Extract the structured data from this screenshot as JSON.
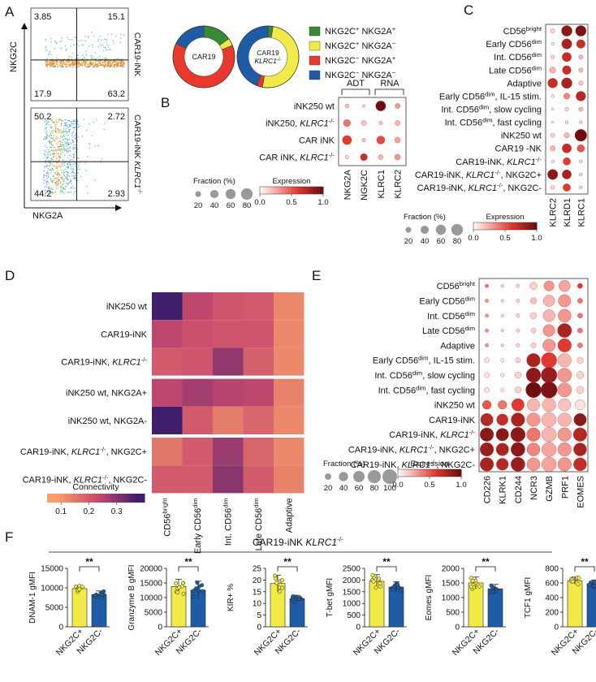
{
  "panel_labels": [
    "A",
    "B",
    "C",
    "D",
    "E",
    "F"
  ],
  "colors": {
    "pos_pos": "#3a8a35",
    "pos_neg": "#f2ea47",
    "neg_pos": "#e8392c",
    "neg_neg": "#1f5ca8",
    "bar_pos": "#f2ea47",
    "bar_neg": "#1f5ca8",
    "expr_low": "#ffffff",
    "expr_high": "#6d0f12",
    "conn_low": "#f7a06a",
    "conn_high": "#3f1f6e"
  },
  "chart_data": [
    {
      "id": "A-flow",
      "type": "scatter",
      "ylabel": "NKG2C",
      "xlabel": "NKG2A",
      "plots": [
        {
          "label": "CAR19-iNK",
          "quadrants": {
            "tl": "3.85",
            "tr": "15.1",
            "bl": "17.9",
            "br": "63.2"
          }
        },
        {
          "label_prefix": "CAR19-iNK ",
          "label_italic": "KLRC1",
          "label_sup": "-/-",
          "quadrants": {
            "tl": "50.2",
            "tr": "2.72",
            "bl": "44.2",
            "br": "2.93"
          }
        }
      ]
    },
    {
      "id": "A-donut",
      "type": "pie",
      "legend": [
        "NKG2C⁺ NKG2A⁺",
        "NKG2C⁺ NKG2A⁻",
        "NKG2C⁻ NKG2A⁺",
        "NKG2C⁻ NKG2A⁻"
      ],
      "rings": [
        {
          "center_label": "CAR19",
          "values": [
            15.1,
            3.85,
            63.2,
            17.9
          ]
        },
        {
          "center_label": "CAR19",
          "center_italic": "KLRC1",
          "center_sup": "-/-",
          "values": [
            2.72,
            50.2,
            2.93,
            44.2
          ]
        }
      ]
    },
    {
      "id": "B-dot",
      "type": "scatter",
      "group_labels": [
        "ADT",
        "RNA"
      ],
      "rows": [
        "iNK250 wt",
        "iNK250, KLRC1-/-",
        "CAR iNK",
        "CAR iNK, KLRC1-/-"
      ],
      "cols": [
        "NKG2A",
        "NGK2C",
        "KLRC1",
        "KLRC2"
      ],
      "size": [
        [
          10,
          5,
          60,
          15
        ],
        [
          30,
          15,
          8,
          15
        ],
        [
          50,
          8,
          40,
          20
        ],
        [
          8,
          30,
          15,
          20
        ]
      ],
      "color": [
        [
          0.15,
          0.1,
          1.0,
          0.3
        ],
        [
          0.4,
          0.15,
          0.15,
          0.2
        ],
        [
          0.6,
          0.15,
          0.55,
          0.25
        ],
        [
          0.1,
          0.7,
          0.2,
          0.3
        ]
      ],
      "size_legend_title": "Fraction (%)",
      "size_legend": [
        "20",
        "40",
        "60",
        "80"
      ],
      "color_legend_title": "Expression",
      "color_legend": [
        "0.0",
        "0.5",
        "1.0"
      ]
    },
    {
      "id": "C-dot",
      "type": "scatter",
      "rows": [
        "CD56bright",
        "Early CD56dim",
        "Int. CD56dim",
        "Late CD56dim",
        "Adaptive",
        "Early CD56dim, IL-15 stim.",
        "Int. CD56dim, slow cycling",
        "Int. CD56dim, fast cycling",
        "iNK250 wt",
        "CAR19 -NK",
        "CAR19-iNK, KLRC1-/-",
        "CAR19-iNK, KLRC1-/-, NKG2C+",
        "CAR19-iNK, KLRC1-/-, NKG2C-"
      ],
      "cols": [
        "KLRC2",
        "KLRD1",
        "KLRC1"
      ],
      "size": [
        [
          10,
          60,
          60
        ],
        [
          5,
          55,
          40
        ],
        [
          8,
          45,
          10
        ],
        [
          20,
          40,
          10
        ],
        [
          50,
          60,
          10
        ],
        [
          5,
          20,
          50
        ],
        [
          3,
          8,
          10
        ],
        [
          3,
          5,
          5
        ],
        [
          10,
          15,
          75
        ],
        [
          15,
          45,
          30
        ],
        [
          5,
          30,
          5
        ],
        [
          55,
          45,
          5
        ],
        [
          8,
          30,
          5
        ]
      ],
      "color": [
        [
          0.1,
          0.9,
          0.95
        ],
        [
          0.05,
          0.8,
          0.7
        ],
        [
          0.1,
          0.7,
          0.2
        ],
        [
          0.2,
          0.7,
          0.2
        ],
        [
          0.7,
          0.8,
          0.15
        ],
        [
          0.05,
          0.35,
          0.75
        ],
        [
          0.05,
          0.1,
          0.2
        ],
        [
          0.05,
          0.1,
          0.1
        ],
        [
          0.1,
          0.2,
          1.0
        ],
        [
          0.2,
          0.7,
          0.5
        ],
        [
          0.05,
          0.6,
          0.1
        ],
        [
          0.9,
          0.8,
          0.1
        ],
        [
          0.1,
          0.6,
          0.1
        ]
      ],
      "size_legend_title": "Fraction (%)",
      "size_legend": [
        "20",
        "40",
        "60",
        "80"
      ],
      "color_legend_title": "Expression",
      "color_legend": [
        "0.0",
        "0.5",
        "1.0"
      ]
    },
    {
      "id": "D-heatmap",
      "type": "heatmap",
      "rows": [
        "iNK250 wt",
        "CAR19-iNK",
        "CAR19-iNK, KLRC1-/-",
        "iNK250 wt, NKG2A+",
        "iNK250 wt, NKG2A-",
        "CAR19-iNK, KLRC1-/-, NKG2C+",
        "CAR19-iNK, KLRC1-/-, NKG2C-"
      ],
      "cols": [
        "CD56bright",
        "Early CD56dim",
        "Int. CD56dim",
        "Late CD56dim",
        "Adaptive"
      ],
      "values": [
        [
          0.38,
          0.24,
          0.21,
          0.2,
          0.12
        ],
        [
          0.24,
          0.22,
          0.21,
          0.21,
          0.12
        ],
        [
          0.2,
          0.21,
          0.29,
          0.19,
          0.12
        ],
        [
          0.24,
          0.27,
          0.25,
          0.24,
          0.13
        ],
        [
          0.38,
          0.2,
          0.14,
          0.18,
          0.12
        ],
        [
          0.15,
          0.2,
          0.28,
          0.18,
          0.12
        ],
        [
          0.2,
          0.2,
          0.3,
          0.2,
          0.13
        ]
      ],
      "colorbar_title": "Connectivity",
      "colorbar_ticks": [
        "0.1",
        "0.2",
        "0.3"
      ]
    },
    {
      "id": "E-dot",
      "type": "scatter",
      "rows": [
        "CD56bright",
        "Early CD56dim",
        "Int. CD56dim",
        "Late CD56dim",
        "Adaptive",
        "Early CD56dim, IL-15 stim.",
        "Int. CD56dim, slow cycling",
        "Int. CD56dim, fast cycling",
        "iNK250 wt",
        "CAR19-iNK",
        "CAR19-iNK, KLRC1-/-",
        "CAR19-iNK, KLRC1-/-, NKG2C+",
        "CAR19-iNK, KLRC1-/-, NKG2C-"
      ],
      "cols": [
        "CD226",
        "KLRK1",
        "CD244",
        "NCR3",
        "GZMB",
        "PRF1",
        "EOMES"
      ],
      "size": [
        [
          5,
          3,
          5,
          20,
          40,
          50,
          10
        ],
        [
          5,
          3,
          5,
          15,
          50,
          60,
          10
        ],
        [
          5,
          3,
          5,
          15,
          55,
          65,
          10
        ],
        [
          5,
          3,
          5,
          10,
          55,
          75,
          10
        ],
        [
          5,
          3,
          5,
          10,
          60,
          70,
          10
        ],
        [
          10,
          5,
          10,
          70,
          90,
          70,
          15
        ],
        [
          10,
          5,
          15,
          80,
          95,
          75,
          20
        ],
        [
          10,
          5,
          15,
          90,
          100,
          75,
          20
        ],
        [
          30,
          30,
          60,
          60,
          70,
          60,
          40
        ],
        [
          60,
          50,
          70,
          70,
          80,
          70,
          60
        ],
        [
          70,
          60,
          80,
          70,
          80,
          70,
          70
        ],
        [
          70,
          60,
          75,
          65,
          80,
          70,
          65
        ],
        [
          70,
          55,
          75,
          65,
          80,
          70,
          65
        ]
      ],
      "color": [
        [
          0.4,
          0.1,
          0.1,
          0.1,
          0.3,
          0.25,
          0.6
        ],
        [
          0.3,
          0.1,
          0.1,
          0.15,
          0.2,
          0.3,
          0.4
        ],
        [
          0.3,
          0.1,
          0.1,
          0.1,
          0.2,
          0.3,
          0.4
        ],
        [
          0.3,
          0.1,
          0.1,
          0.1,
          0.3,
          0.8,
          0.4
        ],
        [
          0.3,
          0.1,
          0.1,
          0.1,
          0.3,
          0.6,
          0.4
        ],
        [
          0.05,
          0.05,
          0.1,
          0.8,
          0.6,
          0.2,
          0.1
        ],
        [
          0.05,
          0.05,
          0.1,
          0.9,
          0.85,
          0.3,
          0.1
        ],
        [
          0.05,
          0.05,
          0.1,
          1.0,
          0.95,
          0.3,
          0.1
        ],
        [
          0.5,
          0.4,
          0.6,
          0.2,
          0.2,
          0.15,
          0.05
        ],
        [
          0.75,
          0.7,
          0.8,
          0.3,
          0.2,
          0.2,
          0.9
        ],
        [
          0.9,
          0.9,
          0.9,
          0.4,
          0.2,
          0.3,
          0.75
        ],
        [
          0.85,
          0.8,
          0.9,
          0.35,
          0.25,
          0.3,
          0.8
        ],
        [
          0.8,
          0.75,
          0.85,
          0.3,
          0.25,
          0.3,
          0.7
        ]
      ],
      "size_legend_title": "Fraction (%)",
      "size_legend": [
        "20",
        "40",
        "60",
        "80",
        "100"
      ],
      "color_legend_title": "Expression",
      "color_legend": [
        "0.0",
        "0.5",
        "1.0"
      ]
    },
    {
      "id": "F-bars",
      "type": "bar",
      "title_prefix": "CAR19-iNK ",
      "title_italic": "KLRC1",
      "title_sup": "-/-",
      "categories": [
        "NKG2C+",
        "NKG2C-"
      ],
      "significance": "**",
      "panels": [
        {
          "ylabel": "DNAM-1 gMFI",
          "ylim": [
            0,
            15000
          ],
          "ticks": [
            "0",
            "5000",
            "10000",
            "15000"
          ],
          "tickvals": [
            0,
            5000,
            10000,
            15000
          ],
          "values": [
            9800,
            8300
          ],
          "err": [
            800,
            900
          ]
        },
        {
          "ylabel": "Granzyme B gMFI",
          "ylim": [
            0,
            20000
          ],
          "ticks": [
            "0",
            "5000",
            "10000",
            "15000",
            "20000"
          ],
          "tickvals": [
            0,
            5000,
            10000,
            15000,
            20000
          ],
          "values": [
            13800,
            12600
          ],
          "err": [
            2500,
            3000
          ]
        },
        {
          "ylabel": "KIR+ %",
          "ylim": [
            0,
            25
          ],
          "ticks": [
            "0",
            "5",
            "10",
            "15",
            "20",
            "25"
          ],
          "tickvals": [
            0,
            5,
            10,
            15,
            20,
            25
          ],
          "values": [
            18.5,
            12.0
          ],
          "err": [
            3.5,
            1.5
          ]
        },
        {
          "ylabel": "T-bet gMFI",
          "ylim": [
            0,
            2500
          ],
          "ticks": [
            "0",
            "500",
            "1000",
            "1500",
            "2000",
            "2500"
          ],
          "tickvals": [
            0,
            500,
            1000,
            1500,
            2000,
            2500
          ],
          "values": [
            1950,
            1700
          ],
          "err": [
            280,
            220
          ]
        },
        {
          "ylabel": "Eomes gMFI",
          "ylim": [
            0,
            2000
          ],
          "ticks": [
            "0",
            "500",
            "1000",
            "1500",
            "2000"
          ],
          "tickvals": [
            0,
            500,
            1000,
            1500,
            2000
          ],
          "values": [
            1500,
            1300
          ],
          "err": [
            200,
            150
          ]
        },
        {
          "ylabel": "TCF1 gMFI",
          "ylim": [
            0,
            800
          ],
          "ticks": [
            "0",
            "200",
            "400",
            "600",
            "800"
          ],
          "tickvals": [
            0,
            200,
            400,
            600,
            800
          ],
          "values": [
            630,
            590
          ],
          "err": [
            50,
            50
          ]
        }
      ]
    }
  ]
}
